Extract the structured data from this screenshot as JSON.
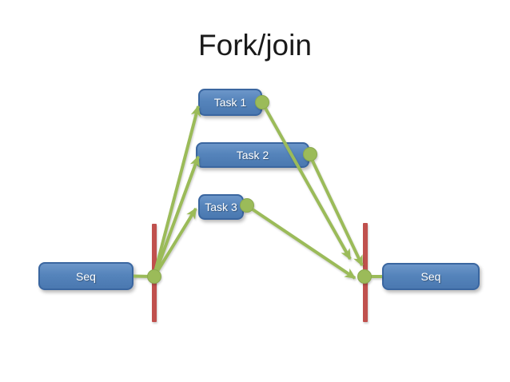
{
  "slide": {
    "title": "Fork/join"
  },
  "nodes": {
    "task1": {
      "label": "Task 1"
    },
    "task2": {
      "label": "Task 2"
    },
    "task3": {
      "label": "Task 3"
    },
    "seq_left": {
      "label": "Seq"
    },
    "seq_right": {
      "label": "Seq"
    }
  },
  "structure": {
    "fork_bar": "fork-synchronization-bar",
    "join_bar": "join-synchronization-bar",
    "edges": [
      "seq_left -> fork_point",
      "fork_point -> task1",
      "fork_point -> task2",
      "fork_point -> task3",
      "task1 -> join_point",
      "task2 -> join_point",
      "task3 -> join_point",
      "join_point -> seq_right"
    ]
  },
  "colors": {
    "background": "#ffffff",
    "title_text": "#1a1a1a",
    "node_fill": "#4f81bd",
    "node_border": "#3a66a0",
    "node_text": "#ffffff",
    "sync_bar": "#c0504d",
    "connector_green": "#9bbb59"
  }
}
